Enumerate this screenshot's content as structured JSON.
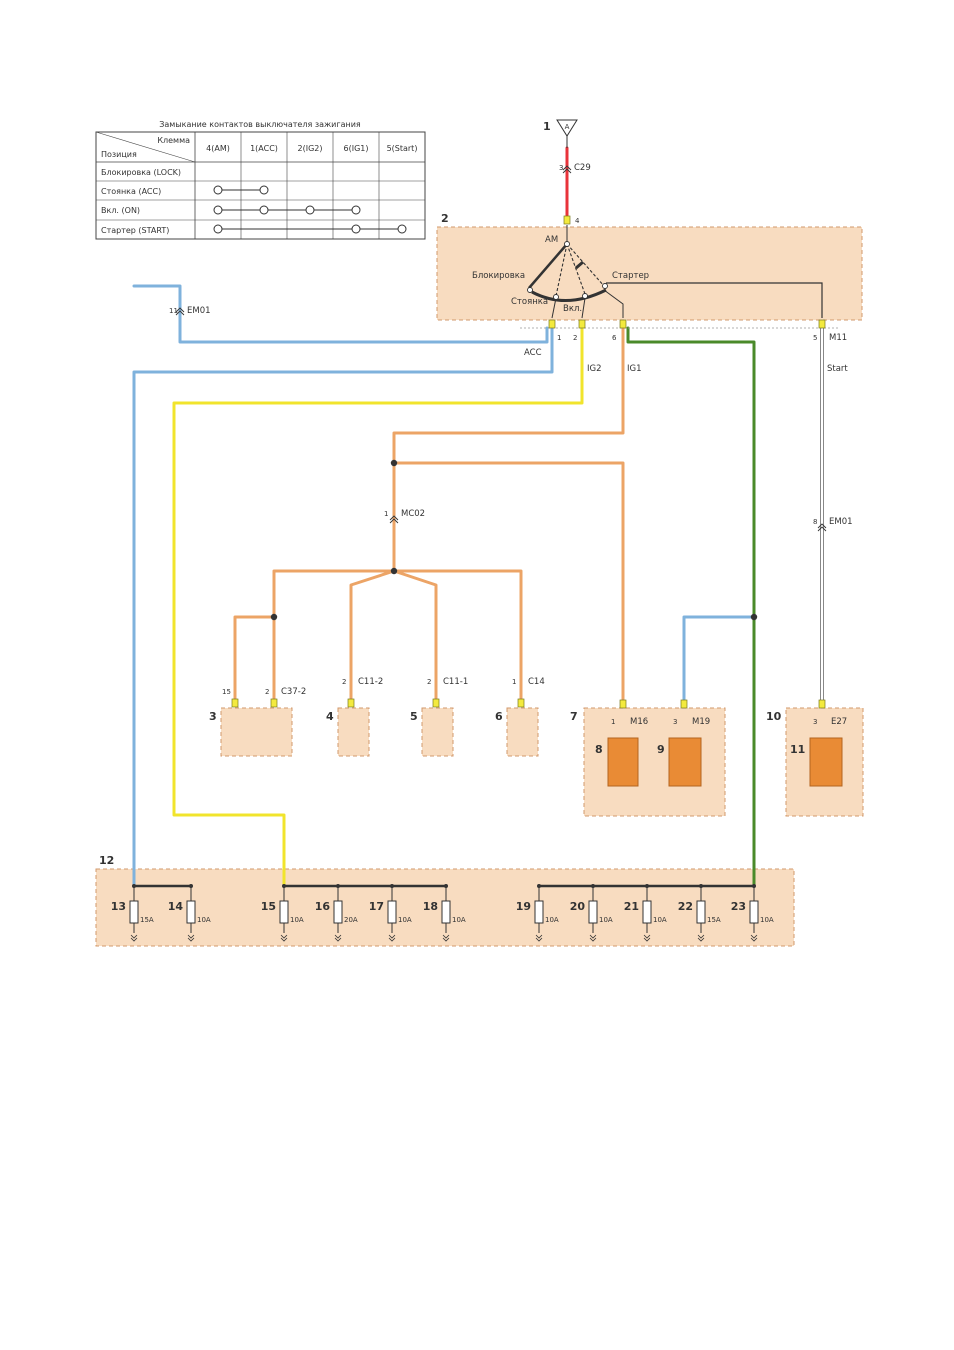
{
  "table": {
    "title": "Замыкание контактов выключателя зажигания",
    "corner_top": "Клемма",
    "corner_bottom": "Позиция",
    "columns": [
      "4(AM)",
      "1(ACC)",
      "2(IG2)",
      "6(IG1)",
      "5(Start)"
    ],
    "rows": [
      {
        "label": "Блокировка (LOCK)",
        "span": null
      },
      {
        "label": "Стоянка (ACC)",
        "span": [
          0,
          1
        ]
      },
      {
        "label": "Вкл. (ON)",
        "span": [
          0,
          3
        ]
      },
      {
        "label": "Стартер (START)",
        "span": [
          0,
          4
        ],
        "skip": [
          1,
          2
        ]
      }
    ]
  },
  "switch": {
    "am": "AM",
    "lock": "Блокировка",
    "starter": "Стартер",
    "acc": "Стоянка",
    "on": "Вкл."
  },
  "wires": {
    "acc": "ACC",
    "ig2": "IG2",
    "ig1": "IG1",
    "start": "Start"
  },
  "connectors": {
    "c29": {
      "pin": "3",
      "name": "C29"
    },
    "sw_in": {
      "pin": "4"
    },
    "em01_top": {
      "pin": "11",
      "name": "EM01"
    },
    "sw_acc": {
      "pin": "1"
    },
    "sw_ig2": {
      "pin": "2"
    },
    "sw_ig1": {
      "pin": "6"
    },
    "m11": {
      "pin": "5",
      "name": "M11"
    },
    "mc02": {
      "pin": "1",
      "name": "MC02"
    },
    "em01_bottom": {
      "pin": "8",
      "name": "EM01"
    },
    "c37_2": {
      "pin_a": "15",
      "pin_b": "2",
      "name": "C37-2"
    },
    "c11_2": {
      "pin": "2",
      "name": "C11-2"
    },
    "c11_1": {
      "pin": "2",
      "name": "C11-1"
    },
    "c14": {
      "pin": "1",
      "name": "C14"
    },
    "m16": {
      "pin": "1",
      "name": "M16"
    },
    "m19": {
      "pin": "3",
      "name": "M19"
    },
    "e27": {
      "pin": "3",
      "name": "E27"
    }
  },
  "triangle_label": "A",
  "numbers": [
    "1",
    "2",
    "3",
    "4",
    "5",
    "6",
    "7",
    "8",
    "9",
    "10",
    "11",
    "12"
  ],
  "fuses": [
    {
      "num": "13",
      "rating": "15A"
    },
    {
      "num": "14",
      "rating": "10A"
    },
    {
      "num": "15",
      "rating": "10A"
    },
    {
      "num": "16",
      "rating": "20A"
    },
    {
      "num": "17",
      "rating": "10A"
    },
    {
      "num": "18",
      "rating": "10A"
    },
    {
      "num": "19",
      "rating": "10A"
    },
    {
      "num": "20",
      "rating": "10A"
    },
    {
      "num": "21",
      "rating": "10A"
    },
    {
      "num": "22",
      "rating": "15A"
    },
    {
      "num": "23",
      "rating": "10A"
    }
  ],
  "colors": {
    "red": "#e8333a",
    "blue": "#7fb2dc",
    "yellow": "#f1e42c",
    "orange": "#eca466",
    "green": "#4a8a2a",
    "white": "#ffffff",
    "box_fill": "#f8dcc0",
    "component": "#e98b35"
  }
}
